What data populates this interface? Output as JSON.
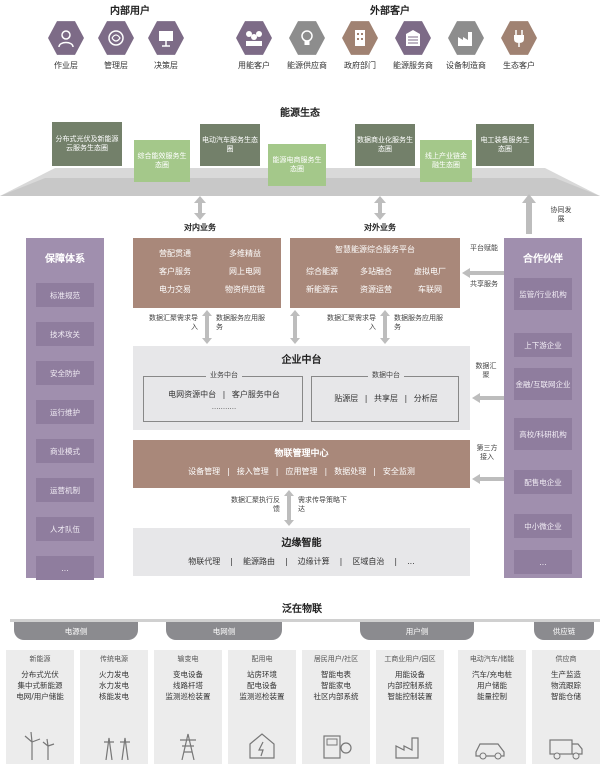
{
  "top": {
    "internal_title": "内部用户",
    "external_title": "外部客户",
    "internal": [
      {
        "label": "作业层",
        "icon": "person-icon"
      },
      {
        "label": "管理层",
        "icon": "brain-icon"
      },
      {
        "label": "决策层",
        "icon": "chart-board-icon"
      }
    ],
    "external": [
      {
        "label": "用能客户",
        "icon": "people-icon"
      },
      {
        "label": "能源供应商",
        "icon": "lightbulb-icon"
      },
      {
        "label": "政府部门",
        "icon": "building-icon"
      },
      {
        "label": "能源服务商",
        "icon": "office-building-icon"
      },
      {
        "label": "设备制造商",
        "icon": "factory-icon"
      },
      {
        "label": "生态客户",
        "icon": "plug-icon"
      }
    ]
  },
  "eco": {
    "title": "能源生态",
    "boxes": [
      "分布式光伏及新能源云服务生态圈",
      "综合能效服务生态圈",
      "电动汽车服务生态圈",
      "能源电商服务生态圈",
      "数据商业化服务生态圈",
      "线上产业链金融生态圈",
      "电工装备服务生态圈"
    ]
  },
  "flow": {
    "inner_business": "对内业务",
    "outer_business": "对外业务",
    "collab": "协同发展",
    "platform_enable": "平台赋能",
    "shared_service": "共享服务",
    "data_collect": "数据汇聚",
    "third_party": "第三方接入",
    "left_up": "数据汇聚需求导入",
    "left_down": "数据服务应用服务",
    "right_up": "数据汇聚需求导入",
    "right_down": "数据服务应用服务",
    "iot_up": "数据汇聚执行反馈",
    "iot_down": "需求传导策略下达"
  },
  "guarantee": {
    "title": "保障体系",
    "items": [
      "标准规范",
      "技术攻关",
      "安全防护",
      "运行维护",
      "商业模式",
      "运营机制",
      "人才队伍",
      "..."
    ]
  },
  "partners": {
    "title": "合作伙伴",
    "items": [
      "监管/行业机构",
      "上下游企业",
      "金融/互联网企业",
      "高校/科研机构",
      "配售电企业",
      "中小微企业",
      "..."
    ]
  },
  "inner_box": {
    "rows": [
      [
        "营配贯通",
        "多维精益"
      ],
      [
        "客户服务",
        "网上电网"
      ],
      [
        "电力交易",
        "物资供应链"
      ]
    ]
  },
  "outer_box": {
    "title": "智慧能源综合服务平台",
    "rows": [
      [
        "综合能源",
        "多站融合",
        "虚拟电厂"
      ],
      [
        "新能源云",
        "资源运营",
        "车联网"
      ]
    ]
  },
  "middle": {
    "title": "企业中台",
    "business_title": "业务中台",
    "business_items": [
      "电网资源中台",
      "客户服务中台"
    ],
    "business_more": "...........",
    "data_title": "数据中台",
    "data_items": [
      "贴源层",
      "共享层",
      "分析层"
    ]
  },
  "iot_center": {
    "title": "物联管理中心",
    "items": [
      "设备管理",
      "接入管理",
      "应用管理",
      "数据处理",
      "安全监测"
    ]
  },
  "edge": {
    "title": "边缘智能",
    "items": [
      "物联代理",
      "能源路由",
      "边缘计算",
      "区域自治",
      "..."
    ]
  },
  "bottom": {
    "title": "泛在物联",
    "tabs": [
      "电源侧",
      "电网侧",
      "用户侧",
      "供应链"
    ],
    "cards": [
      {
        "head": "新能源",
        "lines": [
          "分布式光伏",
          "集中式新能源",
          "电网/用户储能"
        ],
        "icon": "wind-turbine-icon"
      },
      {
        "head": "传统电源",
        "lines": [
          "火力发电",
          "水力发电",
          "核能发电"
        ],
        "icon": "power-tower-icon"
      },
      {
        "head": "输变电",
        "lines": [
          "变电设备",
          "线路杆塔",
          "监测巡检装置"
        ],
        "icon": "transmission-tower-icon"
      },
      {
        "head": "配用电",
        "lines": [
          "站房环境",
          "配电设备",
          "监测巡检装置"
        ],
        "icon": "house-power-icon"
      },
      {
        "head": "居民用户/社区",
        "lines": [
          "智能电表",
          "智能家电",
          "社区内部系统"
        ],
        "icon": "smart-meter-icon"
      },
      {
        "head": "工商业用户/园区",
        "lines": [
          "用能设备",
          "内部控制系统",
          "智能控制装置"
        ],
        "icon": "factory-icon"
      },
      {
        "head": "电动汽车/储能",
        "lines": [
          "汽车/充电桩",
          "用户储能",
          "能量控制"
        ],
        "icon": "ev-car-icon"
      },
      {
        "head": "供应商",
        "lines": [
          "生产监造",
          "物流跟踪",
          "智能仓储"
        ],
        "icon": "truck-icon"
      }
    ]
  }
}
